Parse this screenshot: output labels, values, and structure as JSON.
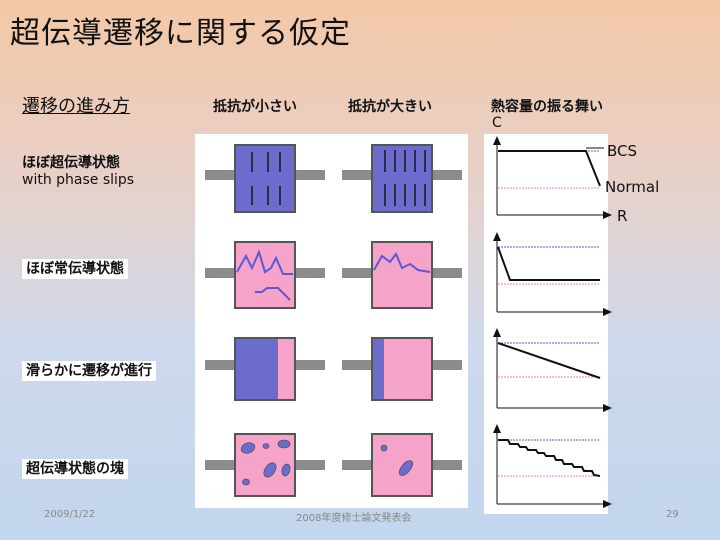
{
  "slide": {
    "title": "超伝導遷移に関する仮定",
    "headers": {
      "progress": "遷移の進み方",
      "low_resistance": "抵抗が小さい",
      "high_resistance": "抵抗が大きい",
      "heat_capacity": "熱容量の振る舞い"
    },
    "axes": {
      "y_label": "C",
      "x_label": "R"
    },
    "legend": {
      "bcs": "BCS",
      "normal": "Normal"
    },
    "states": [
      {
        "label": "ほぼ超伝導状態",
        "sub": "with phase slips"
      },
      {
        "label": "ほぼ常伝導状態",
        "sub": ""
      },
      {
        "label": "滑らかに遷移が進行",
        "sub": ""
      },
      {
        "label": "超伝導状態の塊",
        "sub": ""
      }
    ],
    "footer": {
      "date": "2009/1/22",
      "event": "2008年度修士論文発表会",
      "page": "29"
    }
  },
  "colors": {
    "superconducting": "#6c6ccc",
    "normal": "#f5a3c8",
    "gray": "#8c8c8c",
    "blue_line": "#5a5ad8",
    "pink_line": "#ee80b5"
  }
}
